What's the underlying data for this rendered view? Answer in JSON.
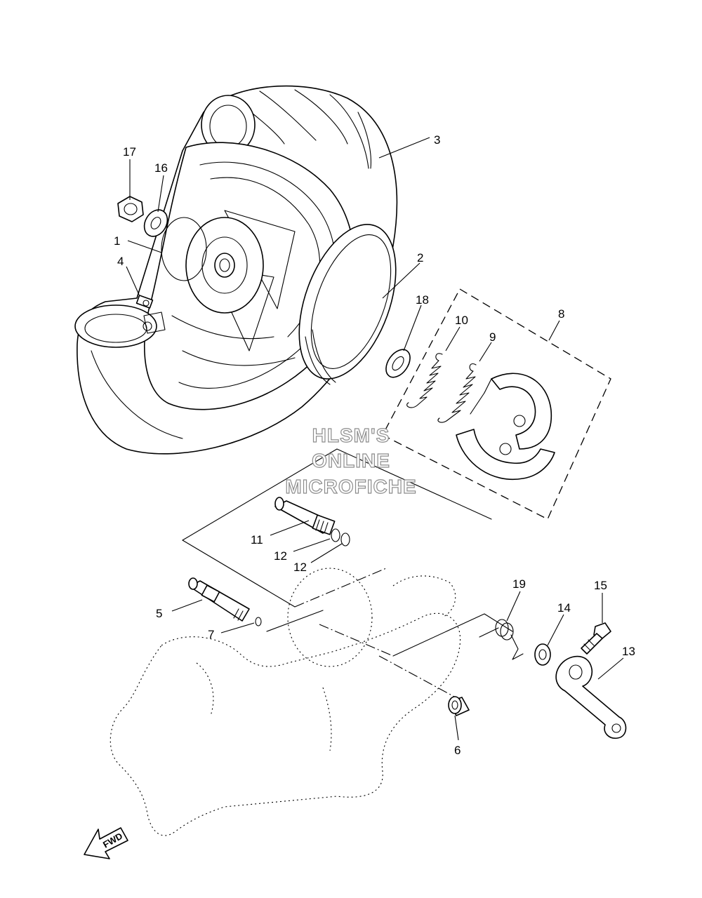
{
  "callouts": [
    {
      "id": "p1",
      "label": "1"
    },
    {
      "id": "p2",
      "label": "2"
    },
    {
      "id": "p3",
      "label": "3"
    },
    {
      "id": "p4",
      "label": "4"
    },
    {
      "id": "p5",
      "label": "5"
    },
    {
      "id": "p6",
      "label": "6"
    },
    {
      "id": "p7",
      "label": "7"
    },
    {
      "id": "p8",
      "label": "8"
    },
    {
      "id": "p9",
      "label": "9"
    },
    {
      "id": "p10",
      "label": "10"
    },
    {
      "id": "p11",
      "label": "11"
    },
    {
      "id": "p12a",
      "label": "12"
    },
    {
      "id": "p12b",
      "label": "12"
    },
    {
      "id": "p13",
      "label": "13"
    },
    {
      "id": "p14",
      "label": "14"
    },
    {
      "id": "p15",
      "label": "15"
    },
    {
      "id": "p16",
      "label": "16"
    },
    {
      "id": "p17",
      "label": "17"
    },
    {
      "id": "p18",
      "label": "18"
    },
    {
      "id": "p19",
      "label": "19"
    }
  ],
  "watermark": {
    "line1": "HLSM'S",
    "line2": "ONLINE",
    "line3": "MICROFICHE"
  },
  "direction_arrow": {
    "label": "FWD",
    "icon": "fwd-arrow-icon"
  }
}
